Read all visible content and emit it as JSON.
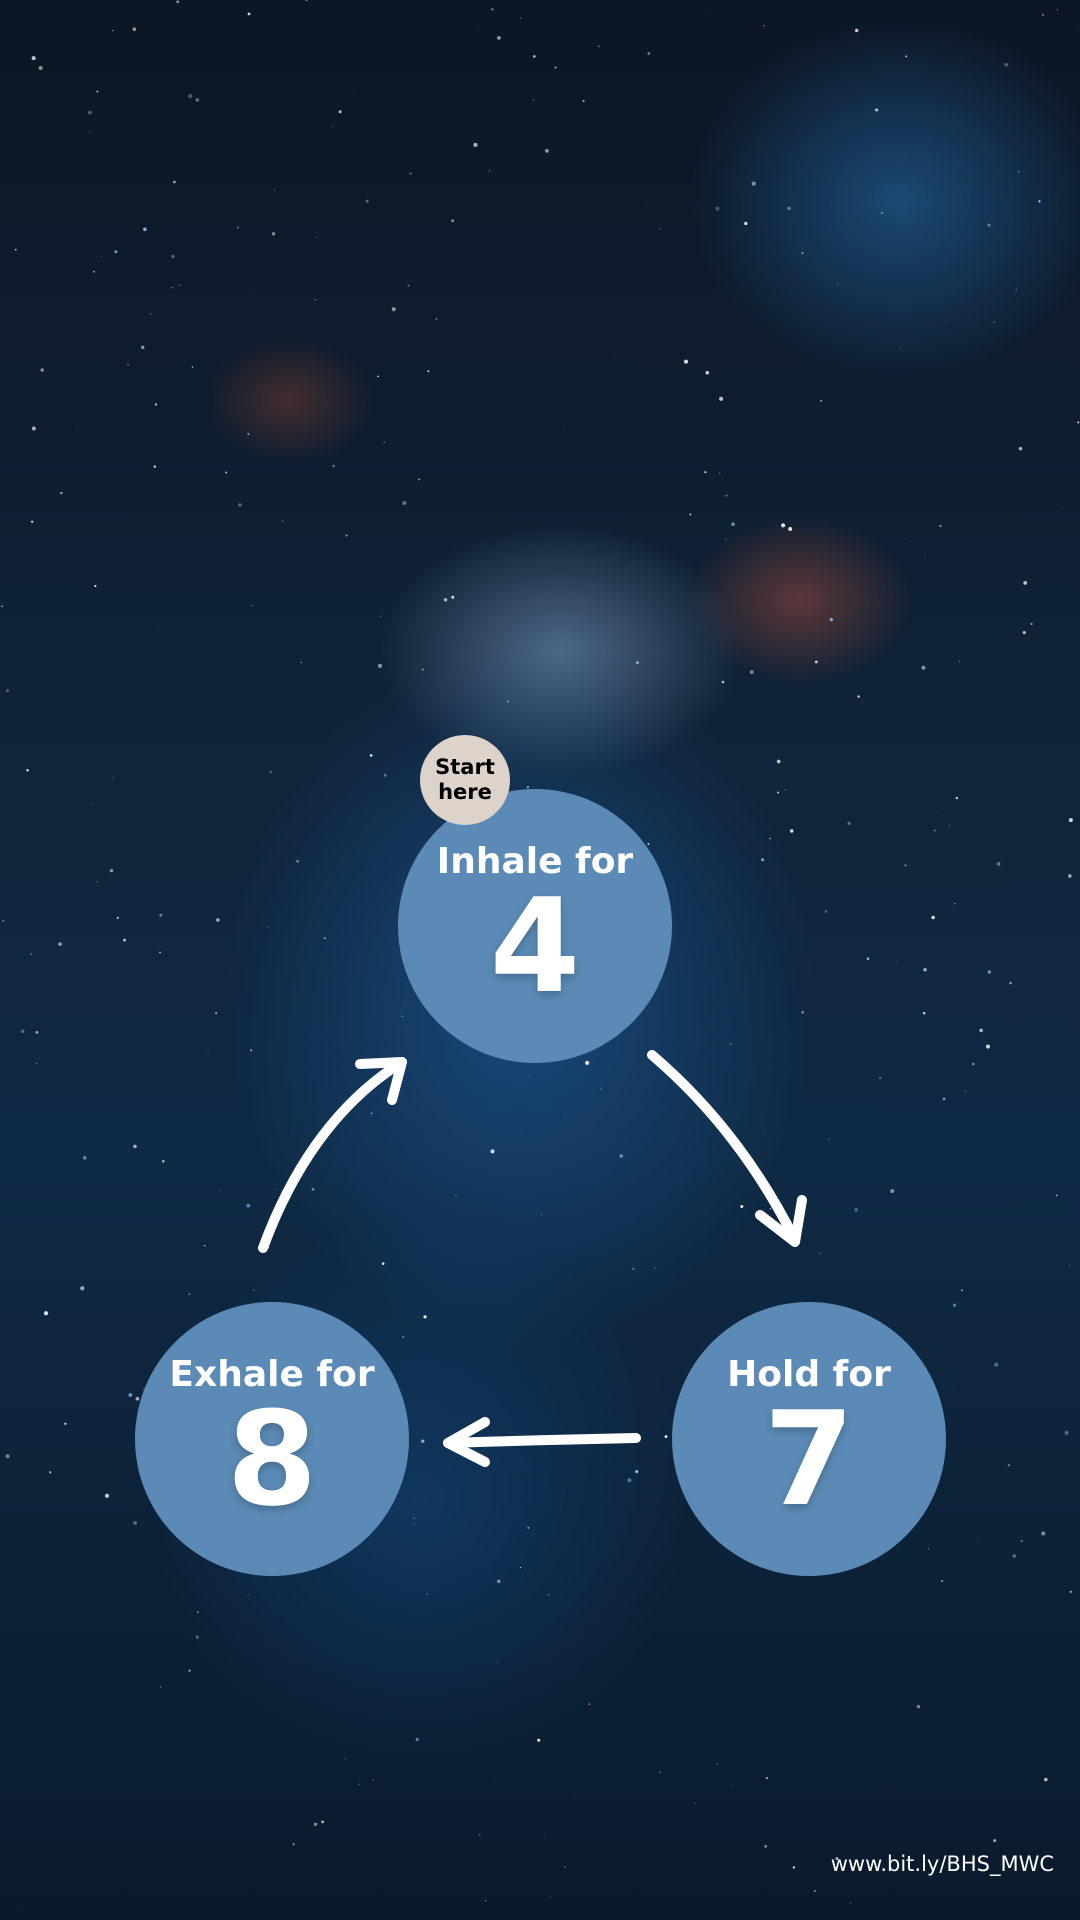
{
  "badge": {
    "line1": "Start",
    "line2": "here"
  },
  "steps": [
    {
      "label": "Inhale for",
      "count": "4"
    },
    {
      "label": "Hold for",
      "count": "7"
    },
    {
      "label": "Exhale for",
      "count": "8"
    }
  ],
  "footer": {
    "url": "www.bit.ly/BHS_MWC"
  },
  "colors": {
    "circle": "#5a8ab5",
    "badge": "#ddd3cb"
  }
}
